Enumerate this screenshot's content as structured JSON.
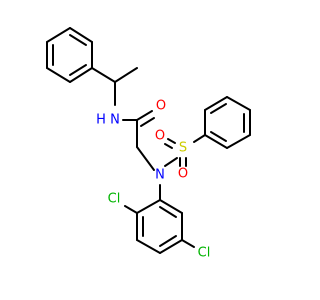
{
  "atoms": {
    "amide_n": {
      "symbol": "N",
      "color": "#0000ff"
    },
    "amide_h": {
      "symbol": "H",
      "color": "#0000ff"
    },
    "carbonyl_o": {
      "symbol": "O",
      "color": "#ff0000"
    },
    "sulfonamide_n": {
      "symbol": "N",
      "color": "#0000ff"
    },
    "sulfur": {
      "symbol": "S",
      "color": "#cccc00"
    },
    "sulfonyl_o_left": {
      "symbol": "O",
      "color": "#ff0000"
    },
    "sulfonyl_o_bottom": {
      "symbol": "O",
      "color": "#ff0000"
    },
    "chlorine_ortho": {
      "symbol": "Cl",
      "color": "#00b400"
    },
    "chlorine_meta": {
      "symbol": "Cl",
      "color": "#00b400"
    }
  }
}
